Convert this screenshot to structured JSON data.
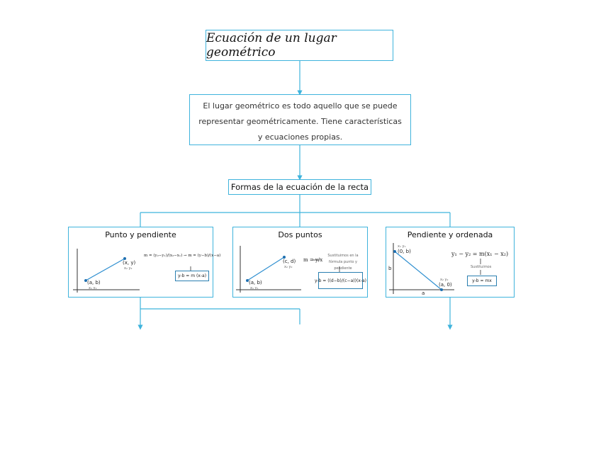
{
  "title": "Ecuación de un lugar geométrico",
  "definition": "El lugar geométrico es todo aquello que se puede representar geométricamente. Tiene características y ecuaciones propias.",
  "forms_title": "Formas de la ecuación de la recta",
  "cards": [
    {
      "title": "Punto y pendiente",
      "point_a": "(a, b)",
      "point_a_sub": "x₁ y₁",
      "point_b": "(x, y)",
      "point_b_sub": "x₂ y₂",
      "slope_eq": "m = (y₂−y₁)/(x₂−x₁) → m = (y−b)/(x−a)",
      "result": "y-b = m (x-a)"
    },
    {
      "title": "Dos puntos",
      "point_a": "(a, b)",
      "point_a_sub": "x₁ y₁",
      "point_b": "(c, d)",
      "point_b_sub": "x₂ y₂",
      "slope_eq": "m = y/x",
      "note": "Sustituimos en la fórmula punto y pendiente",
      "result": "y-b = ((d−b)/(c−a))(x-a)"
    },
    {
      "title": "Pendiente y ordenada",
      "point_a": "(0, b)",
      "point_a_sub": "x₁ y₁",
      "point_b": "(a, 0)",
      "point_b_sub": "x₂ y₂",
      "axis_b": "b",
      "axis_a": "a",
      "slope_eq": "y₁ − y₂ = m(x₁ − x₂)",
      "note": "Sustituimos",
      "result": "y-b = mx"
    }
  ]
}
